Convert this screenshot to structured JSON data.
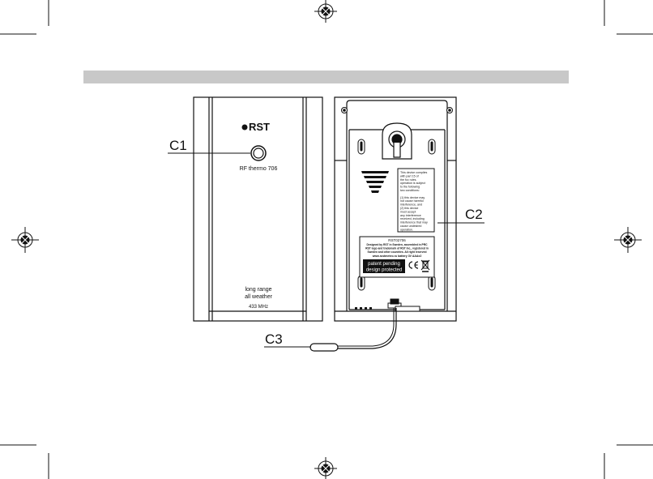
{
  "callouts": {
    "c1": "C1",
    "c2": "C2",
    "c3": "C3"
  },
  "front_panel": {
    "brand": "RST",
    "model": "RF thermo 706",
    "line1": "long range",
    "line2": "all weather",
    "line3": "433 MHz"
  },
  "back_panel": {
    "fcc_lines": [
      "This device complies",
      "with part 15 of",
      "the fcc rules.",
      "operation is subject",
      "to the following",
      "two conditions:",
      "",
      "(1) this device may",
      "not cause harmful",
      "interference, and",
      "(2) this device",
      "must accept",
      "any interference",
      "received, including",
      "interference that may",
      "cause undesired",
      "operation."
    ],
    "label_lines": [
      "RST02706",
      "Designed by RST in Sweden, assembled in PRC",
      "RST logo and trademark of RST Inc., registered in",
      "Sweden and other countries. All right reserved",
      "www.rustmeteo.ru       battery 3V AAAx2"
    ],
    "patent_line1": "patent pending",
    "patent_line2": "design protected"
  },
  "colors": {
    "header_bar": "#c8c8c8",
    "line": "#111111",
    "panel_fill": "#ffffff"
  }
}
